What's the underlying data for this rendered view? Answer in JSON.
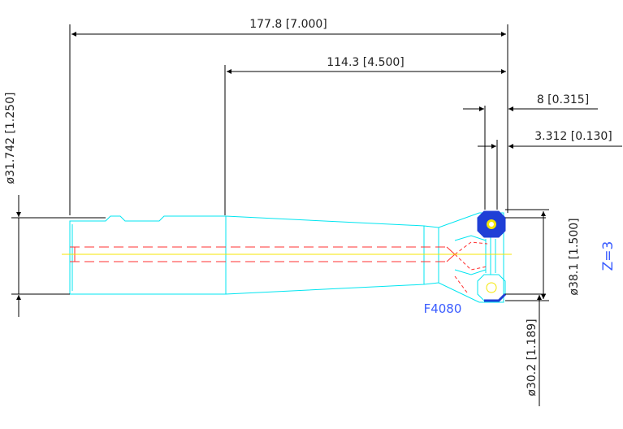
{
  "dimensions": {
    "overall_length": "177.8 [7.000]",
    "shank_length": "114.3 [4.500]",
    "insert_width": "8 [0.315]",
    "insert_offset": "3.312 [0.130]",
    "shank_diameter": "ø31.742 [1.250]",
    "cutting_diameter": "ø38.1 [1.500]",
    "neck_diameter": "ø30.2 [1.189]"
  },
  "labels": {
    "model": "F4080",
    "flutes": "Z=3"
  },
  "colors": {
    "dimension": "#000000",
    "outline": "#00e5f0",
    "hidden": "#ff3030",
    "centerline": "#f4e600",
    "insert": "#1f3fd6",
    "label_blue": "#3a5cff"
  }
}
